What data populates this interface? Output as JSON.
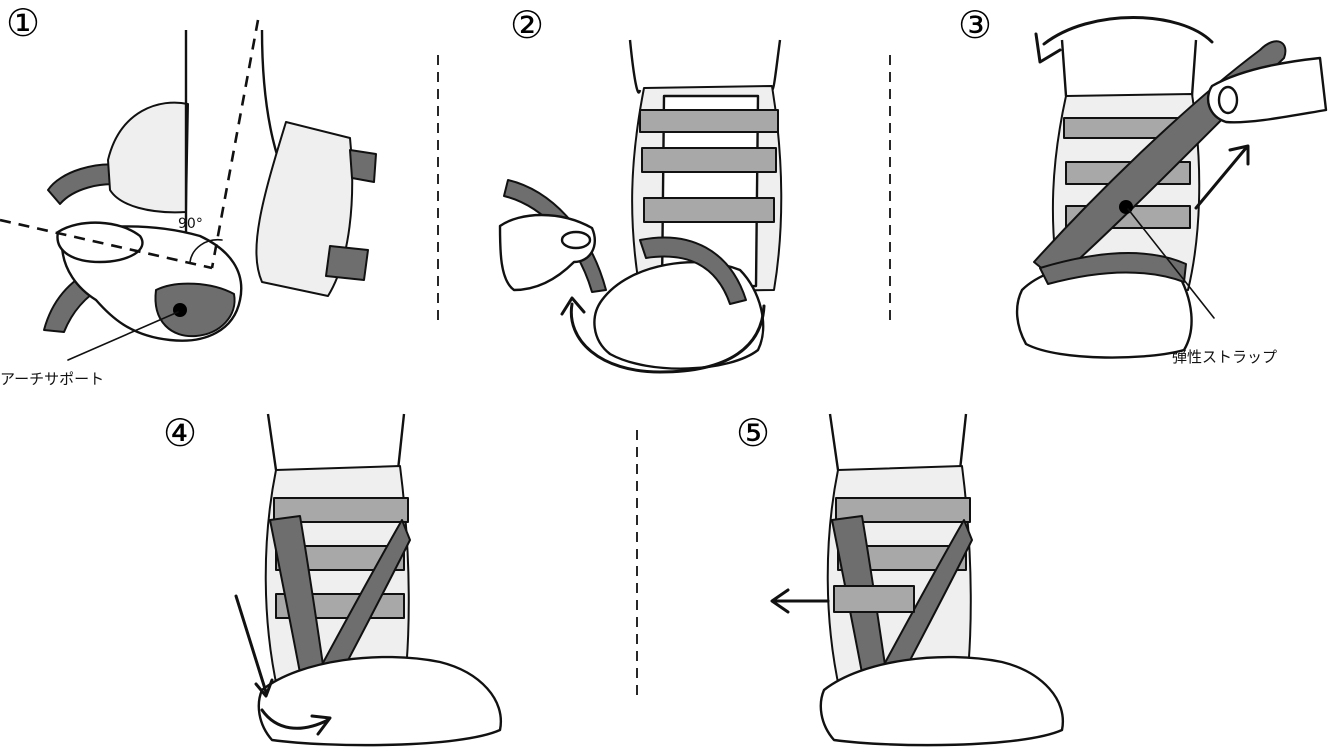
{
  "steps": [
    {
      "number": "①",
      "angle_label": "90°",
      "callout": "アーチサポート"
    },
    {
      "number": "②"
    },
    {
      "number": "③",
      "callout": "弾性ストラップ"
    },
    {
      "number": "④"
    },
    {
      "number": "⑤"
    }
  ],
  "colors": {
    "line": "#111111",
    "band_light": "#a8a8a8",
    "band_dark": "#6e6e6e",
    "pad": "#efefef"
  }
}
